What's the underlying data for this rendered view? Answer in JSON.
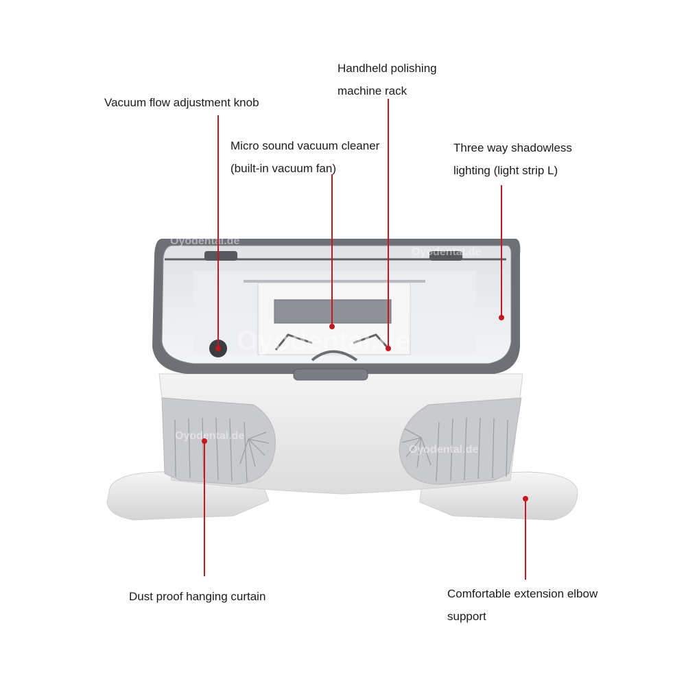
{
  "colors": {
    "pointer": "#c8161d",
    "body_light": "#f1f1f1",
    "body_shade": "#d9d9da",
    "frame_dark": "#676b70",
    "glass": "#e7e9ec"
  },
  "watermark": "Oyodental.de",
  "labels": {
    "knob": [
      "Vacuum flow adjustment knob"
    ],
    "rack": [
      "Handheld polishing",
      "machine rack"
    ],
    "cleaner": [
      "Micro sound vacuum cleaner",
      "(built-in vacuum fan)"
    ],
    "lighting": [
      "Three way shadowless",
      "lighting (light strip L)"
    ],
    "curtain": [
      "Dust proof hanging curtain"
    ],
    "elbow": [
      "Comfortable extension elbow",
      "support"
    ]
  }
}
